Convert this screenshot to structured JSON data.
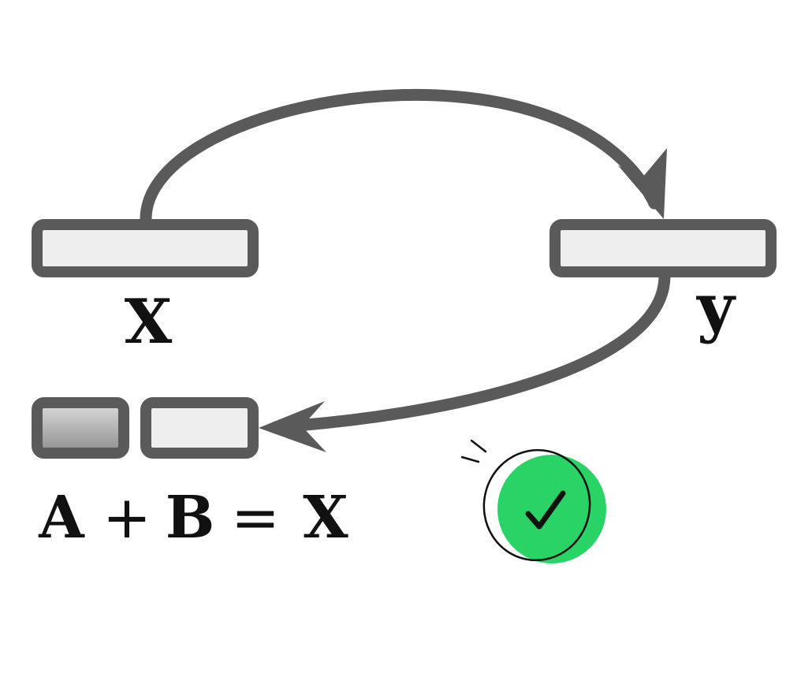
{
  "labels": {
    "x": "X",
    "y": "y"
  },
  "equation": {
    "a": "A",
    "plus": "+",
    "b": "B",
    "equals": "=",
    "x": "X"
  },
  "colors": {
    "stroke": "#5a5a5a",
    "box_fill": "#eeeeee",
    "gradient_top": "#dcdcdc",
    "gradient_bottom": "#8e8e8e",
    "check_fill": "#2ad365",
    "ink": "#111111"
  },
  "icons": {
    "success": "check-circle-icon"
  }
}
